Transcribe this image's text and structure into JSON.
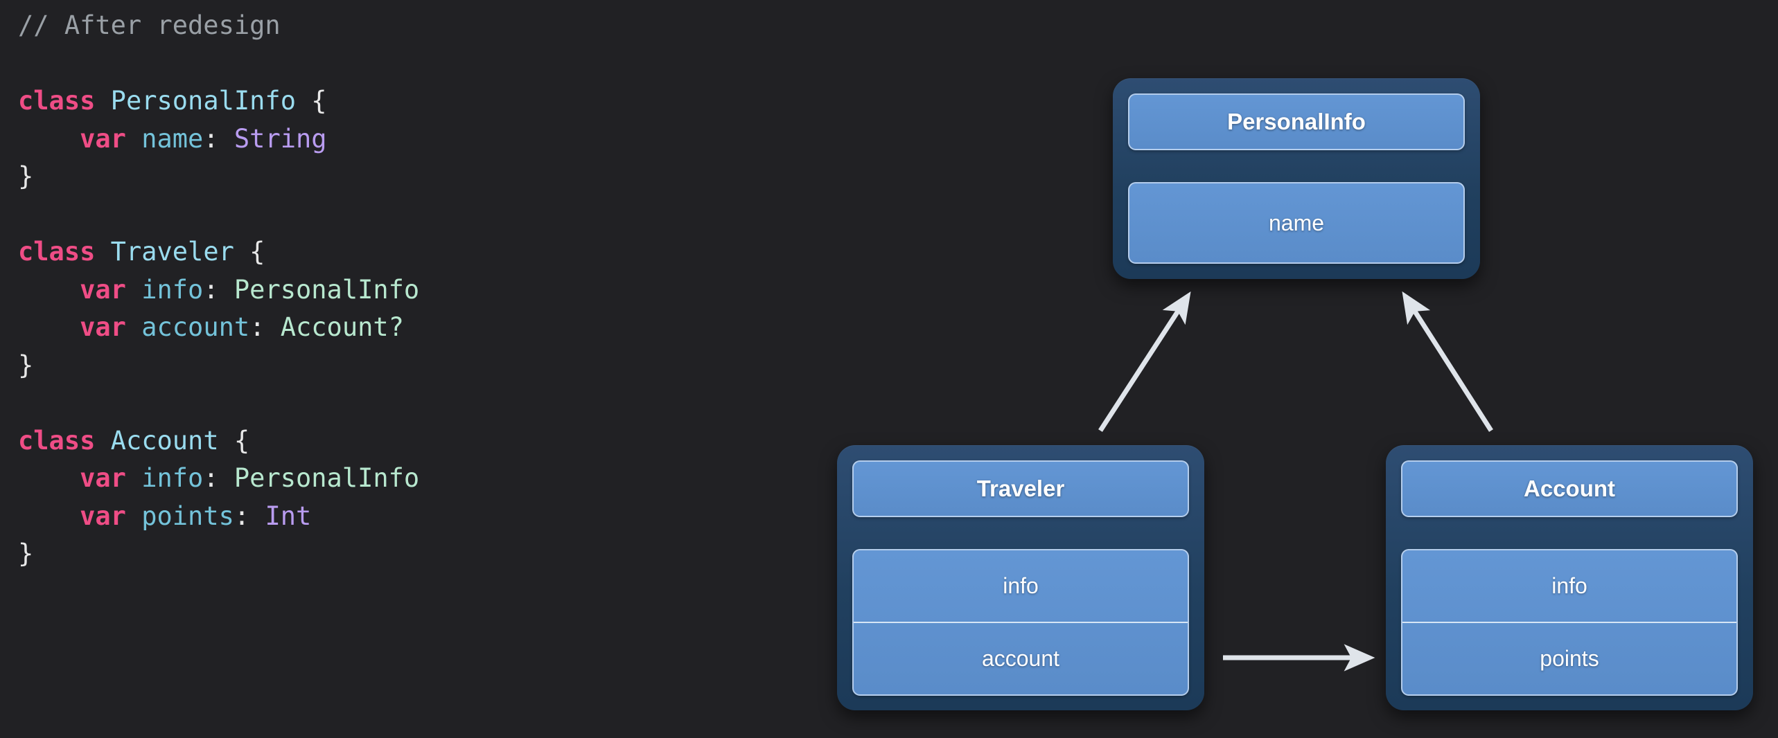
{
  "background_color": "#212124",
  "code": {
    "language": "swift",
    "comment": "// After redesign",
    "lines": [
      {
        "id": "l1",
        "segments": [
          {
            "t": "// After redesign",
            "k": "comment"
          }
        ]
      },
      {
        "id": "l2",
        "segments": []
      },
      {
        "id": "l3",
        "segments": [
          {
            "t": "class",
            "k": "keyword"
          },
          {
            "t": " ",
            "k": "punct"
          },
          {
            "t": "PersonalInfo",
            "k": "classname"
          },
          {
            "t": " {",
            "k": "punct"
          }
        ]
      },
      {
        "id": "l4",
        "segments": [
          {
            "t": "    ",
            "k": "punct"
          },
          {
            "t": "var",
            "k": "keyword"
          },
          {
            "t": " ",
            "k": "punct"
          },
          {
            "t": "name",
            "k": "prop"
          },
          {
            "t": ": ",
            "k": "punct"
          },
          {
            "t": "String",
            "k": "type-builtin"
          }
        ]
      },
      {
        "id": "l5",
        "segments": [
          {
            "t": "}",
            "k": "punct"
          }
        ]
      },
      {
        "id": "l6",
        "segments": []
      },
      {
        "id": "l7",
        "segments": [
          {
            "t": "class",
            "k": "keyword"
          },
          {
            "t": " ",
            "k": "punct"
          },
          {
            "t": "Traveler",
            "k": "classname"
          },
          {
            "t": " {",
            "k": "punct"
          }
        ]
      },
      {
        "id": "l8",
        "segments": [
          {
            "t": "    ",
            "k": "punct"
          },
          {
            "t": "var",
            "k": "keyword"
          },
          {
            "t": " ",
            "k": "punct"
          },
          {
            "t": "info",
            "k": "prop"
          },
          {
            "t": ": ",
            "k": "punct"
          },
          {
            "t": "PersonalInfo",
            "k": "type-custom"
          }
        ]
      },
      {
        "id": "l9",
        "segments": [
          {
            "t": "    ",
            "k": "punct"
          },
          {
            "t": "var",
            "k": "keyword"
          },
          {
            "t": " ",
            "k": "punct"
          },
          {
            "t": "account",
            "k": "prop"
          },
          {
            "t": ": ",
            "k": "punct"
          },
          {
            "t": "Account?",
            "k": "type-custom"
          }
        ]
      },
      {
        "id": "l10",
        "segments": [
          {
            "t": "}",
            "k": "punct"
          }
        ]
      },
      {
        "id": "l11",
        "segments": []
      },
      {
        "id": "l12",
        "segments": [
          {
            "t": "class",
            "k": "keyword"
          },
          {
            "t": " ",
            "k": "punct"
          },
          {
            "t": "Account",
            "k": "classname"
          },
          {
            "t": " {",
            "k": "punct"
          }
        ]
      },
      {
        "id": "l13",
        "segments": [
          {
            "t": "    ",
            "k": "punct"
          },
          {
            "t": "var",
            "k": "keyword"
          },
          {
            "t": " ",
            "k": "punct"
          },
          {
            "t": "info",
            "k": "prop"
          },
          {
            "t": ": ",
            "k": "punct"
          },
          {
            "t": "PersonalInfo",
            "k": "type-custom"
          }
        ]
      },
      {
        "id": "l14",
        "segments": [
          {
            "t": "    ",
            "k": "punct"
          },
          {
            "t": "var",
            "k": "keyword"
          },
          {
            "t": " ",
            "k": "punct"
          },
          {
            "t": "points",
            "k": "prop"
          },
          {
            "t": ": ",
            "k": "punct"
          },
          {
            "t": "Int",
            "k": "type-builtin"
          }
        ]
      },
      {
        "id": "l15",
        "segments": [
          {
            "t": "}",
            "k": "punct"
          }
        ]
      }
    ],
    "colors": {
      "comment": "#9aa0a6",
      "keyword": "#ef4d86",
      "classname": "#9adcef",
      "property": "#74c3da",
      "type_builtin": "#b99cf0",
      "type_custom": "#b8e8cf",
      "punctuation": "#e8e8e8"
    }
  },
  "diagram": {
    "type": "class-diagram",
    "colors": {
      "box_outer": "#21405f",
      "box_inner": "#5e90ce",
      "inner_border": "#d2e2f5",
      "arrow": "#dfe4ea",
      "label_text": "#ffffff"
    },
    "boxes": [
      {
        "id": "personalinfo",
        "title": "PersonalInfo",
        "properties": [
          "name"
        ]
      },
      {
        "id": "traveler",
        "title": "Traveler",
        "properties": [
          "info",
          "account"
        ]
      },
      {
        "id": "account",
        "title": "Account",
        "properties": [
          "info",
          "points"
        ]
      }
    ],
    "arrows": [
      {
        "id": "traveler-to-personalinfo",
        "from": "traveler",
        "to": "personalinfo",
        "direction": "up-right"
      },
      {
        "id": "account-to-personalinfo",
        "from": "account",
        "to": "personalinfo",
        "direction": "up-left"
      },
      {
        "id": "traveler-to-account",
        "from": "traveler",
        "to": "account",
        "direction": "right"
      }
    ]
  }
}
